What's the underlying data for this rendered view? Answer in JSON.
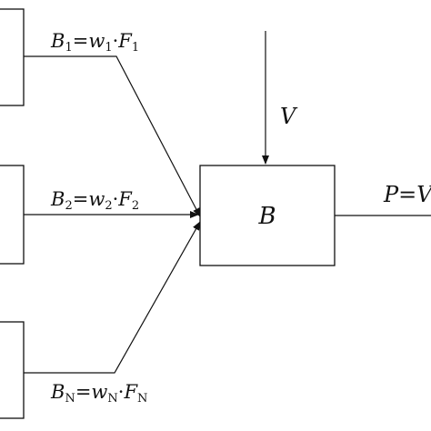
{
  "diagram": {
    "inputs": [
      {
        "label": {
          "b": "B",
          "b_sub": "1",
          "eq": "=",
          "w": "w",
          "w_sub": "1",
          "dot": "·",
          "f": "F",
          "f_sub": "1"
        }
      },
      {
        "label": {
          "b": "B",
          "b_sub": "2",
          "eq": "=",
          "w": "w",
          "w_sub": "2",
          "dot": "·",
          "f": "F",
          "f_sub": "2"
        }
      },
      {
        "label": {
          "b": "B",
          "b_sub": "N",
          "eq": "=",
          "w": "w",
          "w_sub": "N",
          "dot": "·",
          "f": "F",
          "f_sub": "N"
        }
      }
    ],
    "center_block": {
      "label": "B"
    },
    "top_input": {
      "label": "V"
    },
    "output": {
      "label": "P=V"
    },
    "colors": {
      "stroke": "#111111",
      "background": "#ffffff"
    }
  }
}
